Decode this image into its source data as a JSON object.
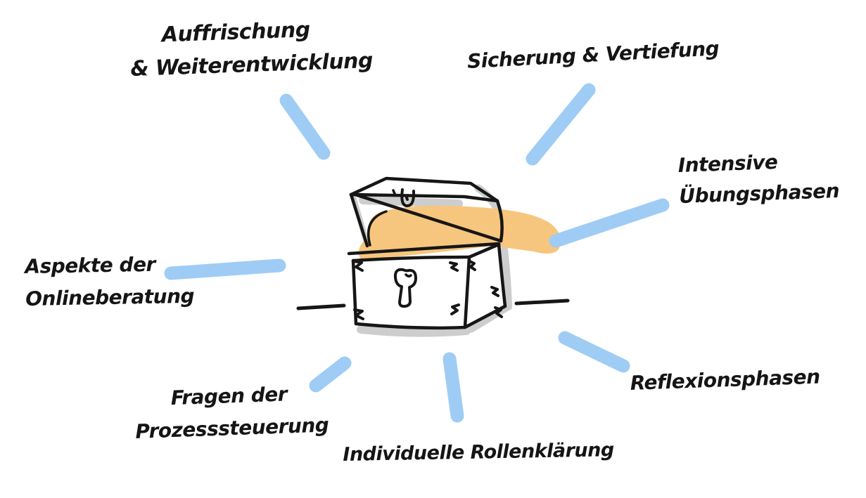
{
  "diagram": {
    "title": "treasure chest mind map",
    "center_icon": "treasure-chest",
    "labels": [
      {
        "id": "auffrischung",
        "lines": [
          "Auffrischung",
          "& Weiterentwicklung"
        ]
      },
      {
        "id": "sicherung",
        "lines": [
          "Sicherung & Vertiefung"
        ]
      },
      {
        "id": "intensive",
        "lines": [
          "Intensive",
          "Übungsphasen"
        ]
      },
      {
        "id": "reflexionsphasen",
        "lines": [
          "Reflexionsphasen"
        ]
      },
      {
        "id": "individuelle",
        "lines": [
          "Individuelle Rollenklärung"
        ]
      },
      {
        "id": "fragen",
        "lines": [
          "Fragen der",
          "Prozesssteuerung"
        ]
      },
      {
        "id": "aspekte",
        "lines": [
          "Aspekte der",
          "Onlineberatung"
        ]
      }
    ],
    "colors": {
      "ink": "#161616",
      "ray": "#9fccf5",
      "glow": "#f6c67e",
      "shadow": "#cdcdcd",
      "background": "#ffffff"
    }
  }
}
